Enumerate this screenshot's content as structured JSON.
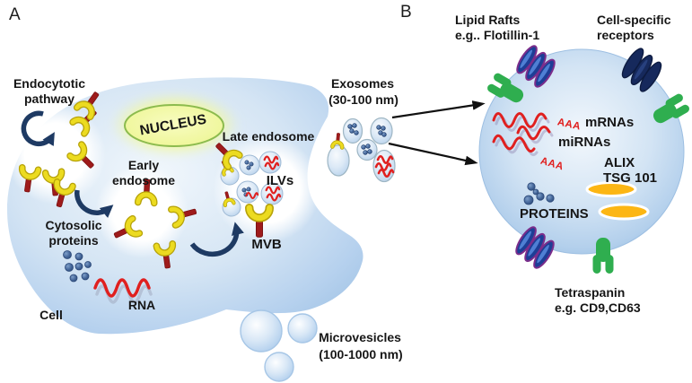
{
  "panel_a": {
    "label": "A",
    "endocytotic_line1": "Endocytotic",
    "endocytotic_line2": "pathway",
    "nucleus": "NUCLEUS",
    "early_line1": "Early",
    "early_line2": "endosome",
    "late_endosome": "Late endosome",
    "ilvs": "ILVs",
    "mvb": "MVB",
    "cytosolic_line1": "Cytosolic",
    "cytosolic_line2": "proteins",
    "rna": "RNA",
    "cell": "Cell",
    "exosomes_line1": "Exosomes",
    "exosomes_line2": "(30-100 nm)",
    "microvesicles_line1": "Microvesicles",
    "microvesicles_line2": "(100-1000 nm)"
  },
  "panel_b": {
    "label": "B",
    "lipid_rafts_line1": "Lipid Rafts",
    "lipid_rafts_line2": "e.g.. Flotillin-1",
    "receptors_line1": "Cell-specific",
    "receptors_line2": "receptors",
    "mrnas": "mRNAs",
    "mirnas": "miRNAs",
    "aaa_top": "AAA",
    "aaa_bottom": "AAA",
    "alix": "ALIX",
    "tsg": "TSG 101",
    "proteins": "PROTEINS",
    "tetraspanin_line1": "Tetraspanin",
    "tetraspanin_line2": "e.g. CD9,CD63"
  },
  "colors": {
    "cell_blue_edge": "#9fc2e4",
    "nucleus_yellow": "#f3f9a6",
    "nucleus_border_green": "#8cbb4e",
    "receptor_cup_yellow": "#ecdb20",
    "receptor_stem_red": "#9e1b1b",
    "rna_red": "#e0201f",
    "protein_dot_blue": "#3a5f95",
    "curved_arrow_navy": "#1e3a63",
    "straight_arrow_black": "#111111",
    "lipid_raft_blue": "#1d3e96",
    "lipid_raft_outline_purple": "#7b2d8b",
    "cell_specific_receptor_navy": "#16295c",
    "tetraspanin_green": "#2fae4f",
    "alix_tsg_yellow": "#fcb614"
  }
}
